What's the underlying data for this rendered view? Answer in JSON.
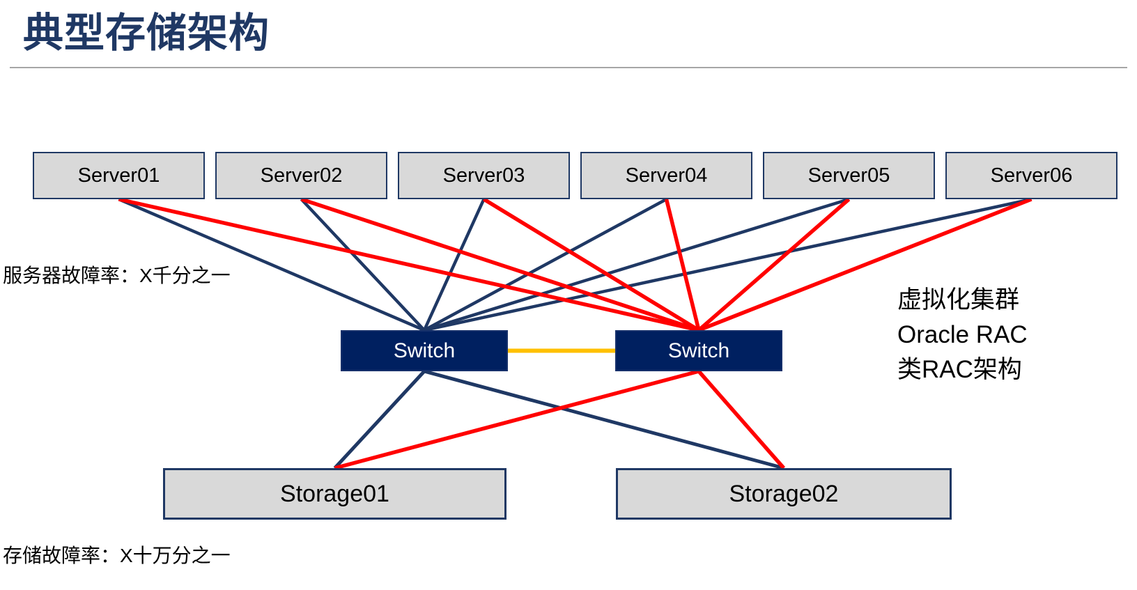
{
  "title": "典型存储架构",
  "labels": {
    "server_failure": "服务器故障率：X千分之一",
    "storage_failure": "存储故障率：X十万分之一",
    "right_note_lines": [
      "虚拟化集群",
      "Oracle RAC",
      "类RAC架构"
    ]
  },
  "nodes": {
    "servers": [
      "Server01",
      "Server02",
      "Server03",
      "Server04",
      "Server05",
      "Server06"
    ],
    "switches": [
      "Switch",
      "Switch"
    ],
    "storages": [
      "Storage01",
      "Storage02"
    ]
  },
  "colors": {
    "navy": "#1F3864",
    "red": "#FF0000",
    "orange": "#FFC000",
    "switch_fill": "#002060",
    "box_fill": "#D9D9D9",
    "title": "#1F3864",
    "rule": "#A6A6A6"
  },
  "links": [
    {
      "from": "server-1",
      "to": "switch-a",
      "color": "navy",
      "width": 4.5
    },
    {
      "from": "server-2",
      "to": "switch-a",
      "color": "navy",
      "width": 4.5
    },
    {
      "from": "server-3",
      "to": "switch-a",
      "color": "navy",
      "width": 4.5
    },
    {
      "from": "server-4",
      "to": "switch-a",
      "color": "navy",
      "width": 4.5
    },
    {
      "from": "server-5",
      "to": "switch-a",
      "color": "navy",
      "width": 4.5
    },
    {
      "from": "server-6",
      "to": "switch-a",
      "color": "navy",
      "width": 4.5
    },
    {
      "from": "switch-a",
      "to": "storage-1",
      "color": "navy",
      "width": 5
    },
    {
      "from": "switch-a",
      "to": "storage-2",
      "color": "navy",
      "width": 5
    },
    {
      "from": "server-1",
      "to": "switch-b",
      "color": "red",
      "width": 5.5
    },
    {
      "from": "server-2",
      "to": "switch-b",
      "color": "red",
      "width": 5.5
    },
    {
      "from": "server-3",
      "to": "switch-b",
      "color": "red",
      "width": 5.5
    },
    {
      "from": "server-4",
      "to": "switch-b",
      "color": "red",
      "width": 5.5
    },
    {
      "from": "server-5",
      "to": "switch-b",
      "color": "red",
      "width": 5.5
    },
    {
      "from": "server-6",
      "to": "switch-b",
      "color": "red",
      "width": 5.5
    },
    {
      "from": "switch-b",
      "to": "storage-1",
      "color": "red",
      "width": 5.5
    },
    {
      "from": "switch-b",
      "to": "storage-2",
      "color": "red",
      "width": 5.5
    },
    {
      "from": "switch-a",
      "to": "switch-b",
      "color": "orange",
      "width": 6,
      "type": "horizontal"
    }
  ]
}
